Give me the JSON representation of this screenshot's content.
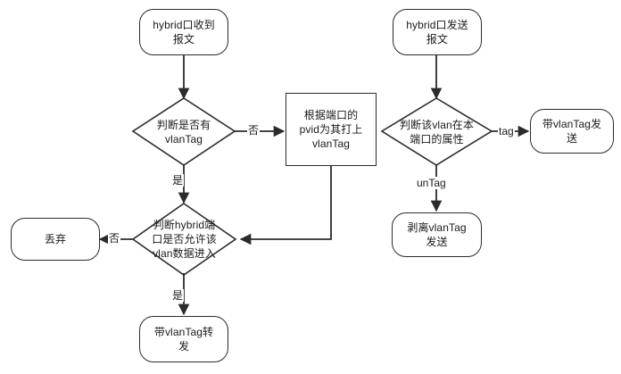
{
  "diagram": {
    "title": "hybrid port vlan tag processing flowchart",
    "background_color": "#ffffff",
    "stroke_color": "#2b2b2b",
    "text_color": "#1a1a1a"
  },
  "nodes": {
    "recv_start": {
      "label": "hybrid口收到\n报文",
      "shape": "terminal"
    },
    "has_vlantag": {
      "label": "判断是否有\nvlanTag",
      "shape": "decision"
    },
    "add_pvid_tag": {
      "label": "根据端口的\npvid为其打上\nvlanTag",
      "shape": "process"
    },
    "allow_vlan": {
      "label": "判断hybrid端\n口是否允许该\nvlan数据进入",
      "shape": "decision"
    },
    "discard": {
      "label": "丢弃",
      "shape": "terminal"
    },
    "forward_with_tag": {
      "label": "带vlanTag转\n发",
      "shape": "terminal"
    },
    "send_start": {
      "label": "hybrid口发送\n报文",
      "shape": "terminal"
    },
    "vlan_attribute": {
      "label": "判断该vlan在本\n端口的属性",
      "shape": "decision"
    },
    "send_with_tag": {
      "label": "带vlanTag发\n送",
      "shape": "terminal"
    },
    "strip_tag_send": {
      "label": "剥离vlanTag\n发送",
      "shape": "terminal"
    }
  },
  "edge_labels": {
    "no_to_pvid": "否",
    "yes_to_allow": "是",
    "no_to_discard": "否",
    "yes_to_forward": "是",
    "tag_branch": "tag",
    "untag_branch": "unTag"
  }
}
